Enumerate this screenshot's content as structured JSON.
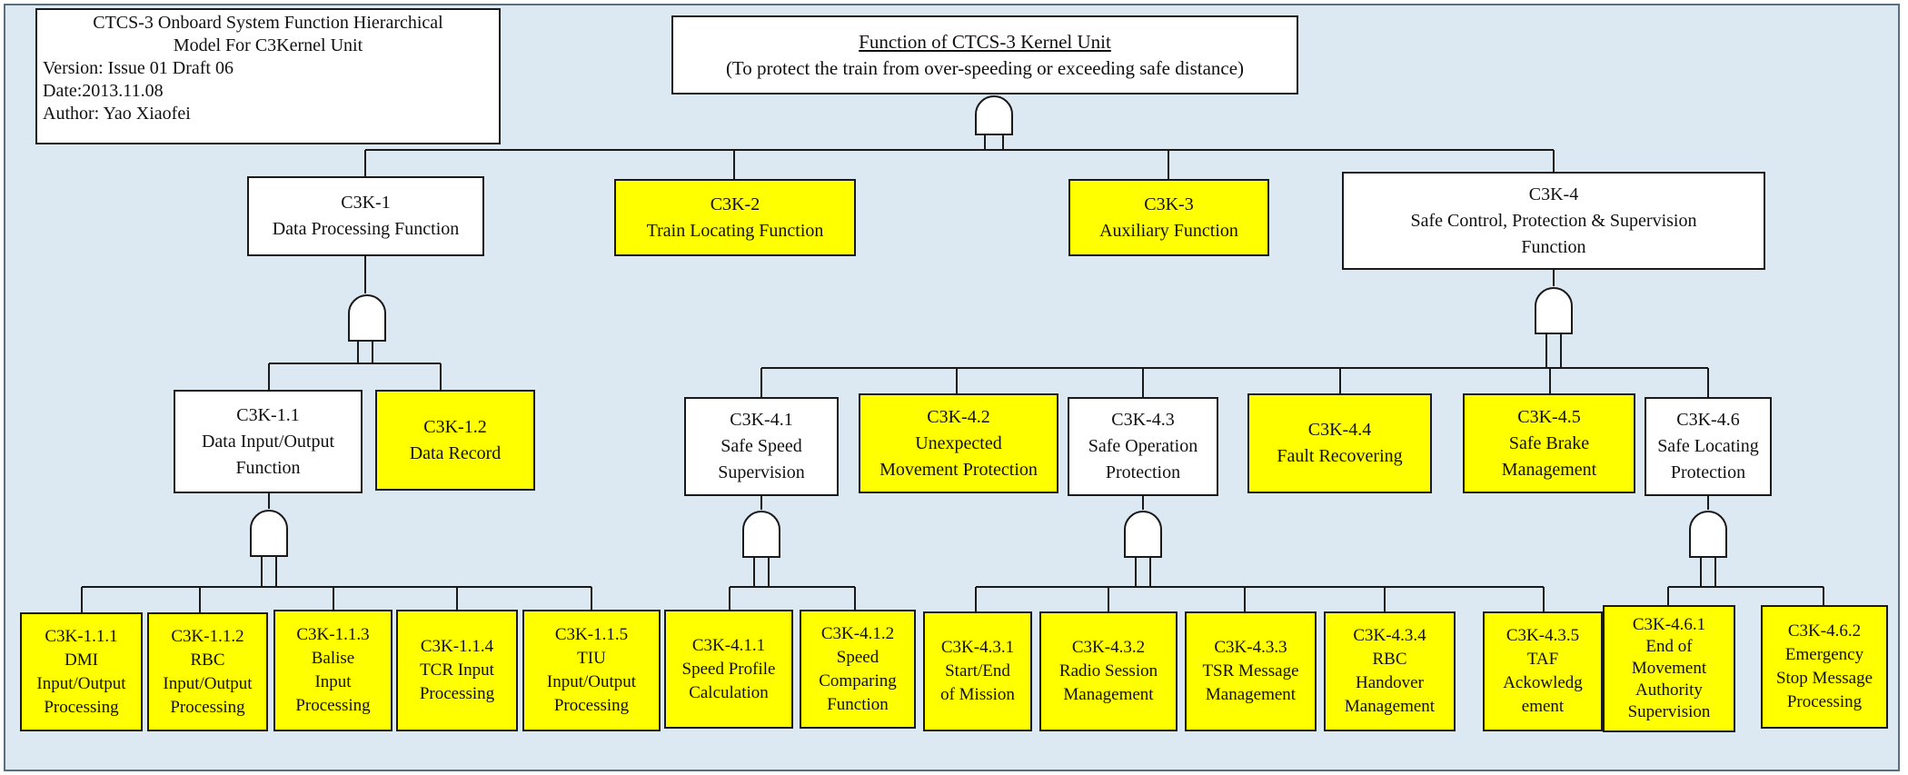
{
  "meta": {
    "title_line1": "CTCS-3 Onboard System Function Hierarchical",
    "title_line2": "Model For C3Kernel Unit",
    "version": "Version: Issue 01 Draft 06",
    "date": "Date:2013.11.08",
    "author": "Author: Yao Xiaofei"
  },
  "root": {
    "title": "Function of CTCS-3 Kernel Unit",
    "subtitle": "(To protect the train from over-speeding or exceeding safe distance)"
  },
  "nodes": {
    "c3k1": "C3K-1\nData Processing Function",
    "c3k2": "C3K-2\nTrain Locating Function",
    "c3k3": "C3K-3\nAuxiliary Function",
    "c3k4": "C3K-4\nSafe Control, Protection & Supervision\nFunction",
    "c3k11": "C3K-1.1\nData Input/Output\nFunction",
    "c3k12": "C3K-1.2\nData Record",
    "c3k41": "C3K-4.1\nSafe Speed\nSupervision",
    "c3k42": "C3K-4.2\nUnexpected\nMovement Protection",
    "c3k43": "C3K-4.3\nSafe Operation\nProtection",
    "c3k44": "C3K-4.4\nFault Recovering",
    "c3k45": "C3K-4.5\nSafe Brake\nManagement",
    "c3k46": "C3K-4.6\nSafe Locating\nProtection",
    "c3k111": "C3K-1.1.1\nDMI\nInput/Output\nProcessing",
    "c3k112": "C3K-1.1.2\nRBC\nInput/Output\nProcessing",
    "c3k113": "C3K-1.1.3\nBalise\nInput\nProcessing",
    "c3k114": "C3K-1.1.4\nTCR Input\nProcessing",
    "c3k115": "C3K-1.1.5\nTIU\nInput/Output\nProcessing",
    "c3k411": "C3K-4.1.1\nSpeed Profile\nCalculation",
    "c3k412": "C3K-4.1.2\nSpeed\nComparing\nFunction",
    "c3k431": "C3K-4.3.1\nStart/End\nof Mission",
    "c3k432": "C3K-4.3.2\nRadio Session\nManagement",
    "c3k433": "C3K-4.3.3\nTSR Message\nManagement",
    "c3k434": "C3K-4.3.4\nRBC\nHandover\nManagement",
    "c3k435": "C3K-4.3.5\nTAF\nAckowledg\nement",
    "c3k461": "C3K-4.6.1\nEnd of\nMovement\nAuthority\nSupervision",
    "c3k462": "C3K-4.6.2\nEmergency\nStop Message\nProcessing"
  },
  "colors": {
    "highlight": "#ffff00",
    "background": "#dde9f2",
    "line": "#1a1a1a"
  },
  "gate_icon": "and-gate-icon"
}
